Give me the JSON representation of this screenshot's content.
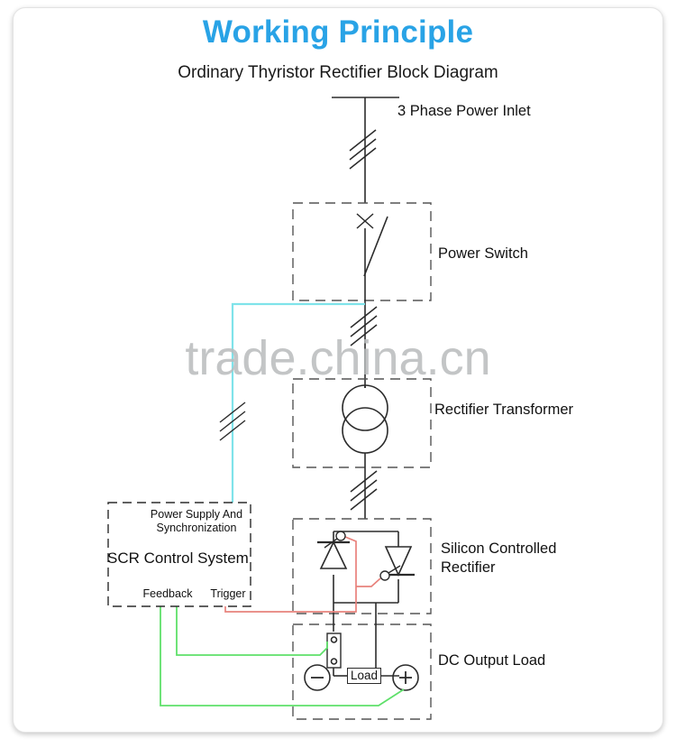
{
  "header": {
    "title": "Working Principle",
    "subtitle": "Ordinary Thyristor Rectifier Block Diagram",
    "title_color": "#29a3e6"
  },
  "watermark": {
    "text": "trade.china.cn",
    "color": "#b9bcbd"
  },
  "diagram": {
    "stage_labels": [
      {
        "key": "power_inlet",
        "text": "3 Phase Power Inlet"
      },
      {
        "key": "power_switch",
        "text": "Power Switch"
      },
      {
        "key": "transformer",
        "text": "Rectifier Transformer"
      },
      {
        "key": "scr",
        "text": "Silicon Controlled\nRectifier"
      },
      {
        "key": "dc_load",
        "text": "DC Output Load"
      }
    ],
    "control_block": {
      "top_label": "Power Supply And\nSynchronization",
      "main_label": "SCR Control System",
      "feedback_label": "Feedback",
      "trigger_label": "Trigger"
    },
    "dc_block": {
      "load_label": "Load",
      "negative_terminal": "−",
      "positive_terminal": "+"
    },
    "wire_colors": {
      "main": "#2b2b2b",
      "sync": "#7fe3ea",
      "trigger": "#e8827c",
      "feedback": "#5ee06a",
      "dashed_block": "#555555"
    }
  }
}
